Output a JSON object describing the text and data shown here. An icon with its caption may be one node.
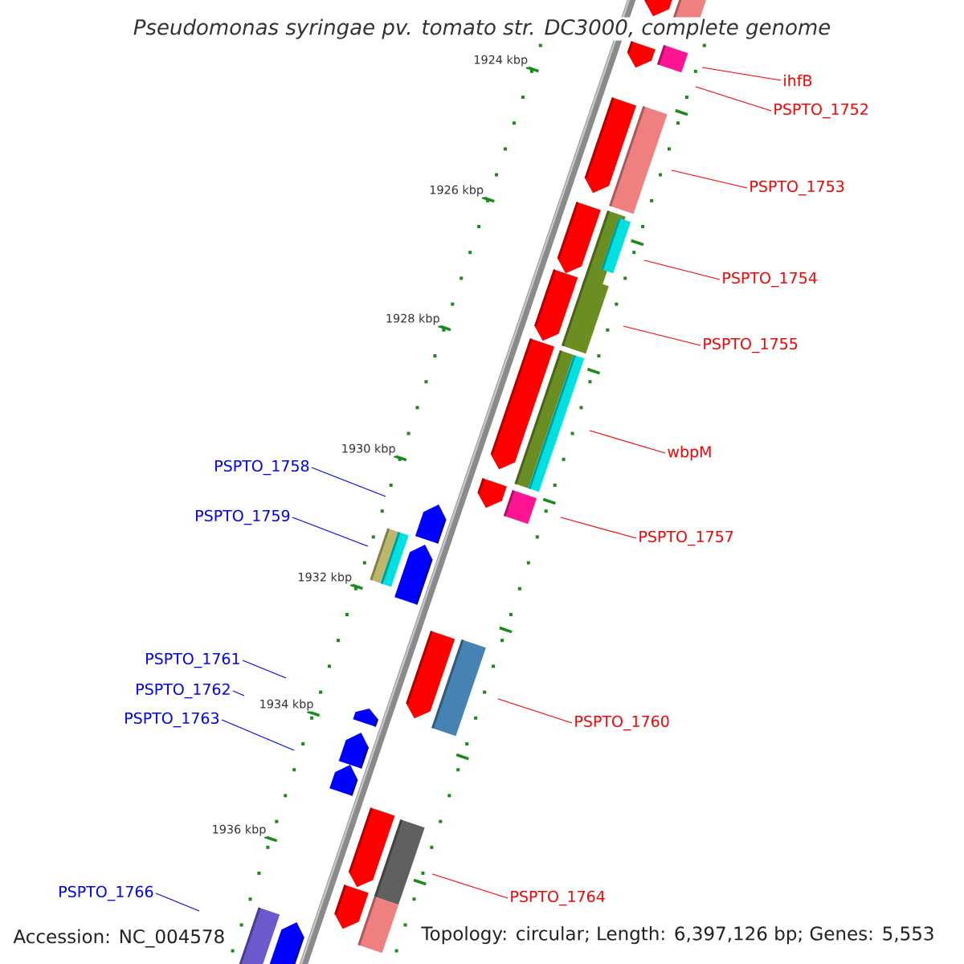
{
  "diagram": {
    "title": "Pseudomonas syringae pv. tomato str. DC3000, complete genome",
    "nodes": [
      {
        "text": [
          "ihfB"
        ]
      },
      {
        "text": [
          "PSPTO_1752"
        ]
      },
      {
        "text": [
          "PSPTO_1753"
        ]
      },
      {
        "text": [
          "PSPTO_1754"
        ]
      },
      {
        "text": [
          "PSPTO_1755"
        ]
      },
      {
        "text": [
          "wbpM"
        ]
      },
      {
        "text": [
          "PSPTO_1758"
        ]
      },
      {
        "text": [
          "PSPTO_1759"
        ]
      },
      {
        "text": [
          "PSPTO_1757"
        ]
      },
      {
        "text": [
          "PSPTO_1761"
        ]
      },
      {
        "text": [
          "PSPTO_1762"
        ]
      },
      {
        "text": [
          "PSPTO_1763"
        ]
      },
      {
        "text": [
          "PSPTO_1760"
        ]
      },
      {
        "text": [
          "PSPTO_1766"
        ]
      },
      {
        "text": [
          "PSPTO_1764"
        ]
      }
    ],
    "edges": [
      {
        "from": 0,
        "to": null,
        "arrow": "none"
      },
      {
        "from": 1,
        "to": null,
        "arrow": "none"
      },
      {
        "from": 2,
        "to": null,
        "arrow": "none"
      },
      {
        "from": 3,
        "to": null,
        "arrow": "none"
      },
      {
        "from": 4,
        "to": null,
        "arrow": "none"
      },
      {
        "from": 5,
        "to": null,
        "arrow": "none"
      },
      {
        "from": 6,
        "to": null,
        "arrow": "none",
        "color": "#0000ff"
      },
      {
        "from": 7,
        "to": null,
        "arrow": "none",
        "color": "#0000ff"
      },
      {
        "from": 8,
        "to": null,
        "arrow": "none"
      },
      {
        "from": 9,
        "to": null,
        "arrow": "none",
        "color": "#0000ff"
      },
      {
        "from": 10,
        "to": null,
        "arrow": "none",
        "color": "#0000ff"
      },
      {
        "from": 11,
        "to": null,
        "arrow": "none",
        "color": "#0000ff"
      },
      {
        "from": 12,
        "to": null,
        "arrow": "none"
      },
      {
        "from": 13,
        "to": null,
        "arrow": "none",
        "color": "#0000ff"
      },
      {
        "from": 14,
        "to": null,
        "arrow": "none"
      }
    ],
    "labels": [
      "1924 kbp",
      "1926 kbp",
      "1928 kbp",
      "1930 kbp",
      "1932 kbp",
      "1934 kbp",
      "1936 kbp",
      "Accession: NC_004578",
      "Topology: circular; Length: 6,397,126 bp; Genes: 5,553"
    ]
  }
}
